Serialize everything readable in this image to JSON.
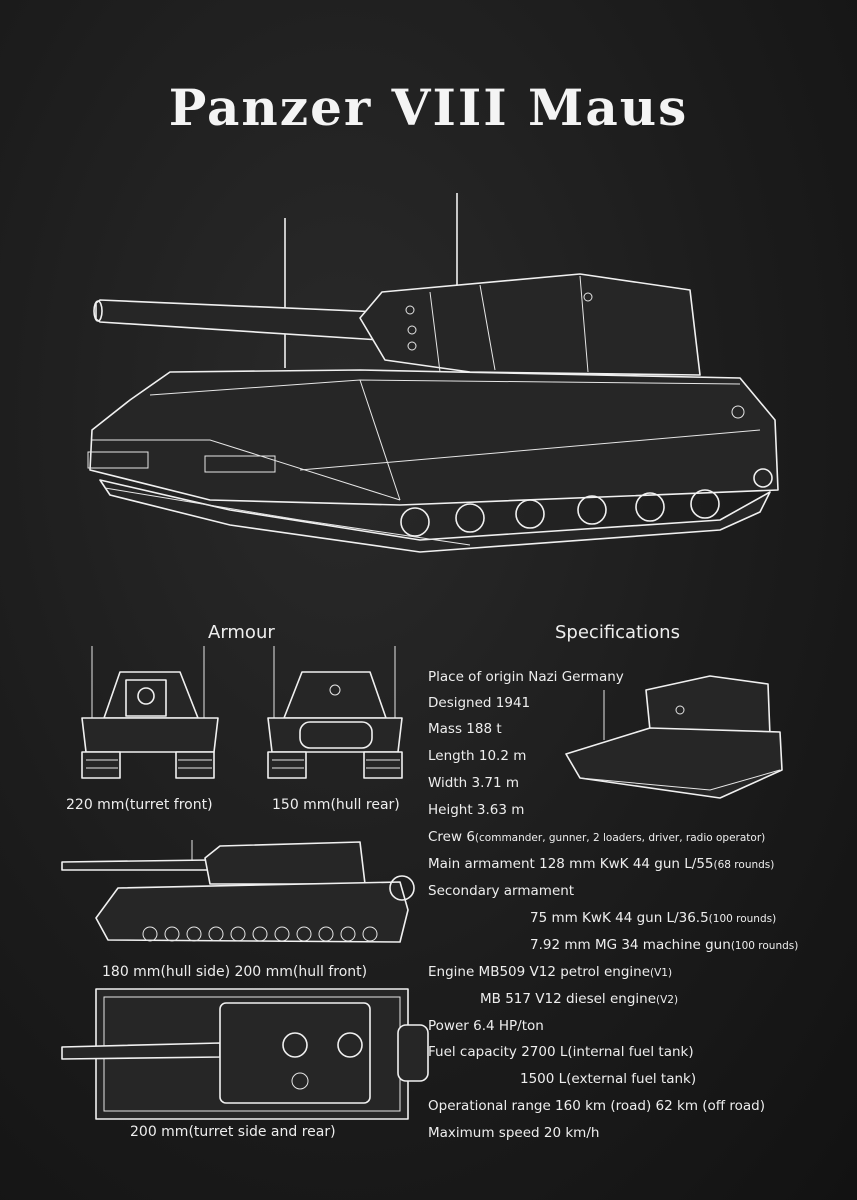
{
  "title": "Panzer VIII Maus",
  "armour": {
    "heading": "Armour",
    "captions": {
      "turret_front": "220 mm(turret front)",
      "hull_rear": "150 mm(hull rear)",
      "hull_side_front": "180 mm(hull side) 200 mm(hull front)",
      "turret_side_rear": "200 mm(turret side and rear)"
    }
  },
  "specs": {
    "heading": "Specifications",
    "origin": "Place of origin Nazi Germany",
    "designed": "Designed 1941",
    "mass": "Mass 188 t",
    "length": "Length 10.2 m",
    "width": "Width 3.71 m",
    "height": "Height 3.63 m",
    "crew": "Crew 6",
    "crew_note": "(commander, gunner, 2 loaders, driver, radio operator)",
    "main_armament": "Main armament 128 mm KwK 44 gun L/55",
    "main_armament_note": "(68 rounds)",
    "secondary_label": "Secondary armament",
    "secondary_1": "75 mm KwK 44 gun L/36.5",
    "secondary_1_note": "(100 rounds)",
    "secondary_2": "7.92 mm MG 34 machine gun",
    "secondary_2_note": "(100 rounds)",
    "engine_1": "Engine MB509 V12 petrol engine",
    "engine_1_note": "(V1)",
    "engine_2": "MB 517 V12 diesel engine",
    "engine_2_note": "(V2)",
    "power": "Power 6.4 HP/ton",
    "fuel_1": "Fuel capacity 2700 L(internal fuel tank)",
    "fuel_2": "1500 L(external fuel tank)",
    "range": "Operational range 160 km (road) 62 km (off road)",
    "speed": "Maximum speed 20 km/h"
  }
}
